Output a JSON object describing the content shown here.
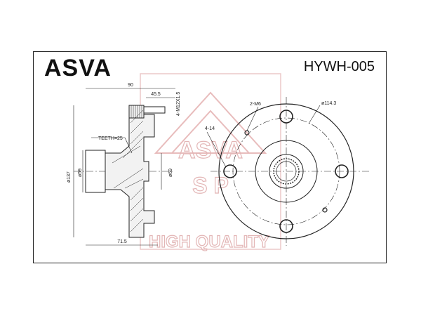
{
  "header": {
    "brand": "ASVA",
    "part_number": "HYWH-005"
  },
  "watermark": {
    "brand": "ASVA",
    "sub": "S P",
    "tagline": "HIGH QUALITY",
    "color": "#e3b6b6"
  },
  "side_view": {
    "overall_length": "90",
    "stud_offset": "45.5",
    "stud_thread": "4-M12X1.5",
    "spline_teeth": "TEETH=25",
    "flange_diameter": "ø137",
    "bore_diameter": "ø59",
    "pilot_diameter": "ø69",
    "body_length": "71.5"
  },
  "front_view": {
    "screw_holes": "2-M6",
    "bolt_circle": "ø114.3",
    "stud_holes": "4-14"
  }
}
